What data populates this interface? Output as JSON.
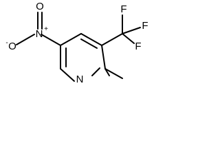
{
  "molecule": {
    "atoms": {
      "nitrogen_ring": "N",
      "nitro_nitrogen": "N",
      "nitro_plus": "+",
      "nitro_oxygen_top": "O",
      "nitro_oxygen_left": "O",
      "nitro_minus": "-",
      "fluorine_top": "F",
      "fluorine_right": "F",
      "fluorine_bottom": "F"
    }
  }
}
